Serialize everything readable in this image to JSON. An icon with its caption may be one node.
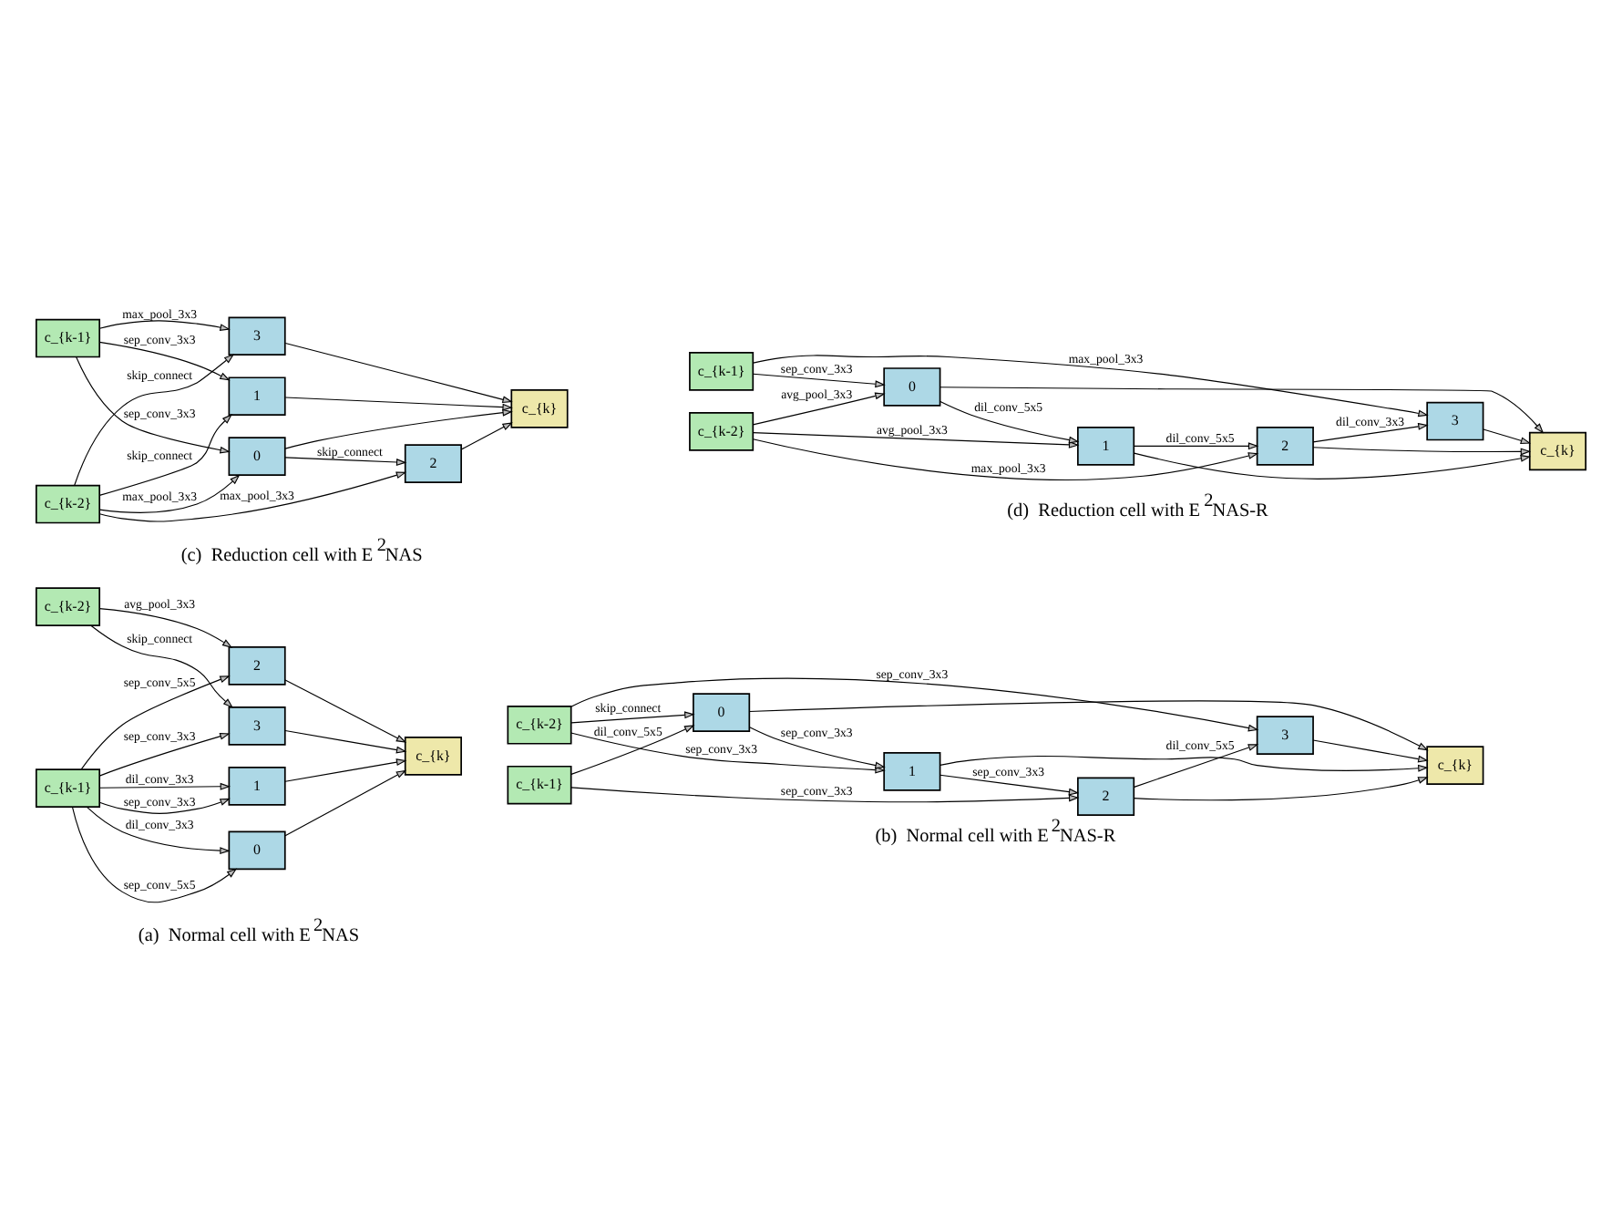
{
  "diagram": {
    "nodes": [
      {
        "text": [
          "c_{k-1}"
        ]
      },
      {
        "text": [
          "c_{k-2}"
        ]
      },
      {
        "text": [
          "0"
        ]
      },
      {
        "text": [
          "1"
        ]
      },
      {
        "text": [
          "3"
        ]
      },
      {
        "text": [
          "2"
        ]
      },
      {
        "text": [
          "c_{k}"
        ]
      },
      {
        "text": [
          "c_{k-2}"
        ]
      },
      {
        "text": [
          "c_{k-1}"
        ]
      },
      {
        "text": [
          "0"
        ]
      },
      {
        "text": [
          "1"
        ]
      },
      {
        "text": [
          "2"
        ]
      },
      {
        "text": [
          "3"
        ]
      },
      {
        "text": [
          "c_{k}"
        ]
      },
      {
        "text": [
          "c_{k-2}"
        ]
      },
      {
        "text": [
          "c_{k-1}"
        ]
      },
      {
        "text": [
          "2"
        ]
      },
      {
        "text": [
          "0"
        ]
      },
      {
        "text": [
          "3"
        ]
      },
      {
        "text": [
          "1"
        ]
      },
      {
        "text": [
          "c_{k}"
        ]
      },
      {
        "text": [
          "c_{k-2}"
        ]
      },
      {
        "text": [
          "c_{k-1}"
        ]
      },
      {
        "text": [
          "0"
        ]
      },
      {
        "text": [
          "1"
        ]
      },
      {
        "text": [
          "2"
        ]
      },
      {
        "text": [
          "3"
        ]
      },
      {
        "text": [
          "c_{k}"
        ]
      }
    ],
    "edges": [
      {
        "from": 0,
        "to": 2,
        "arrow": "to",
        "label": "sep_conv_5x5"
      },
      {
        "from": 0,
        "to": 2,
        "arrow": "to",
        "label": "dil_conv_3x3"
      },
      {
        "from": 0,
        "to": 3,
        "arrow": "to",
        "label": "sep_conv_3x3"
      },
      {
        "from": 0,
        "to": 3,
        "arrow": "to",
        "label": "dil_conv_3x3"
      },
      {
        "from": 0,
        "to": 4,
        "arrow": "to",
        "label": "sep_conv_3x3"
      },
      {
        "from": 0,
        "to": 5,
        "arrow": "to",
        "label": "sep_conv_5x5"
      },
      {
        "from": 1,
        "to": 4,
        "arrow": "to",
        "label": "skip_connect"
      },
      {
        "from": 1,
        "to": 5,
        "arrow": "to",
        "label": "avg_pool_3x3"
      },
      {
        "from": 2,
        "to": 6,
        "arrow": "to"
      },
      {
        "from": 3,
        "to": 6,
        "arrow": "to"
      },
      {
        "from": 4,
        "to": 6,
        "arrow": "to"
      },
      {
        "from": 5,
        "to": 6,
        "arrow": "to"
      },
      {
        "from": 7,
        "to": 12,
        "arrow": "to",
        "label": "sep_conv_3x3"
      },
      {
        "from": 7,
        "to": 10,
        "arrow": "to",
        "label": "sep_conv_3x3"
      },
      {
        "from": 7,
        "to": 9,
        "arrow": "to",
        "label": "skip_connect"
      },
      {
        "from": 8,
        "to": 9,
        "arrow": "to",
        "label": "dil_conv_5x5"
      },
      {
        "from": 8,
        "to": 11,
        "arrow": "to",
        "label": "sep_conv_3x3"
      },
      {
        "from": 9,
        "to": 10,
        "arrow": "to",
        "label": "sep_conv_3x3"
      },
      {
        "from": 10,
        "to": 11,
        "arrow": "to",
        "label": "sep_conv_3x3"
      },
      {
        "from": 11,
        "to": 12,
        "arrow": "to",
        "label": "dil_conv_5x5"
      },
      {
        "from": 10,
        "to": 13,
        "arrow": "to"
      },
      {
        "from": 11,
        "to": 13,
        "arrow": "to"
      },
      {
        "from": 12,
        "to": 13,
        "arrow": "to"
      },
      {
        "from": 9,
        "to": 13,
        "arrow": "to"
      },
      {
        "from": 14,
        "to": 16,
        "arrow": "to",
        "label": "max_pool_3x3"
      },
      {
        "from": 14,
        "to": 17,
        "arrow": "to",
        "label": "max_pool_3x3"
      },
      {
        "from": 14,
        "to": 18,
        "arrow": "to",
        "label": "skip_connect"
      },
      {
        "from": 14,
        "to": 19,
        "arrow": "to",
        "label": "skip_connect"
      },
      {
        "from": 15,
        "to": 17,
        "arrow": "to",
        "label": "sep_conv_3x3"
      },
      {
        "from": 15,
        "to": 18,
        "arrow": "to",
        "label": "max_pool_3x3"
      },
      {
        "from": 15,
        "to": 19,
        "arrow": "to",
        "label": "sep_conv_3x3"
      },
      {
        "from": 17,
        "to": 16,
        "arrow": "to",
        "label": "skip_connect"
      },
      {
        "from": 16,
        "to": 20,
        "arrow": "to"
      },
      {
        "from": 17,
        "to": 20,
        "arrow": "to"
      },
      {
        "from": 18,
        "to": 20,
        "arrow": "to"
      },
      {
        "from": 19,
        "to": 20,
        "arrow": "to"
      },
      {
        "from": 21,
        "to": 25,
        "arrow": "to",
        "label": "max_pool_3x3"
      },
      {
        "from": 21,
        "to": 24,
        "arrow": "to",
        "label": "avg_pool_3x3"
      },
      {
        "from": 21,
        "to": 23,
        "arrow": "to",
        "label": "avg_pool_3x3"
      },
      {
        "from": 22,
        "to": 23,
        "arrow": "to",
        "label": "sep_conv_3x3"
      },
      {
        "from": 22,
        "to": 26,
        "arrow": "to",
        "label": "max_pool_3x3"
      },
      {
        "from": 23,
        "to": 24,
        "arrow": "to",
        "label": "dil_conv_5x5"
      },
      {
        "from": 24,
        "to": 25,
        "arrow": "to",
        "label": "dil_conv_5x5"
      },
      {
        "from": 25,
        "to": 26,
        "arrow": "to",
        "label": "dil_conv_3x3"
      },
      {
        "from": 25,
        "to": 27,
        "arrow": "to"
      },
      {
        "from": 24,
        "to": 27,
        "arrow": "to"
      },
      {
        "from": 26,
        "to": 27,
        "arrow": "to"
      },
      {
        "from": 23,
        "to": 27,
        "arrow": "to"
      }
    ],
    "labels": [
      "(a)  Normal cell with E$^{2}$NAS",
      "(b)  Normal cell with E$^{2}$NAS-R",
      "(c)  Reduction cell with E$^{2}$NAS",
      "(d)  Reduction cell with E$^{2}$NAS-R"
    ]
  }
}
